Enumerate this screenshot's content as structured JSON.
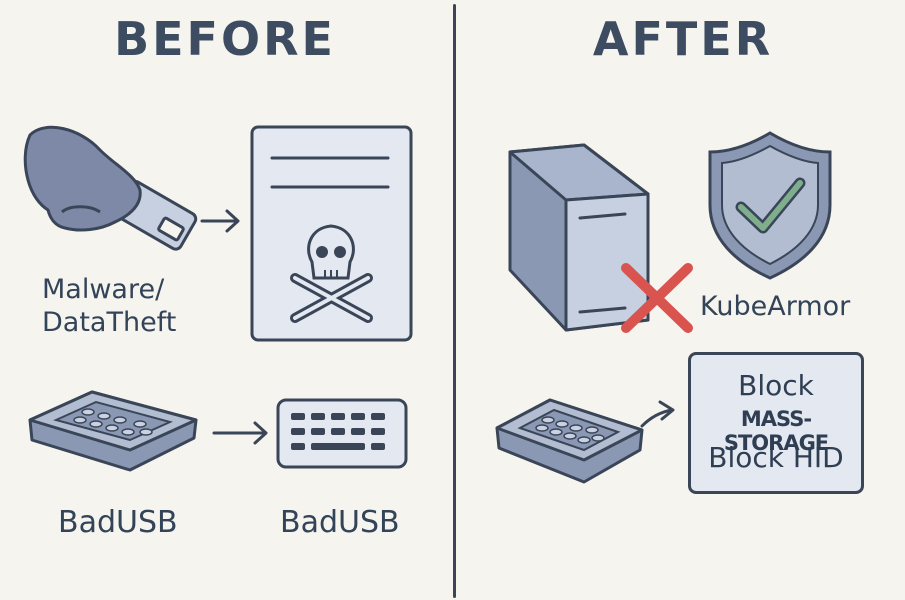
{
  "before": {
    "title": "BEFORE",
    "malware_label_line1": "Malware/",
    "malware_label_line2": "DataTheft",
    "badusb_left_label": "BadUSB",
    "badusb_right_label": "BadUSB"
  },
  "after": {
    "title": "AFTER",
    "kubearmor_label": "KubeArmor",
    "policy": {
      "line1": "Block",
      "line2": "MASS-STORAGE",
      "line3": "Block HID"
    }
  },
  "icons": [
    "hand-usb-stick-icon",
    "arrow-right-icon",
    "infected-document-icon",
    "skull-crossbones-icon",
    "badusb-device-icon",
    "keyboard-icon",
    "server-box-icon",
    "red-x-icon",
    "shield-check-icon"
  ],
  "colors": {
    "background": "#f5f4ee",
    "outline": "#3a4658",
    "device_fill": "#8a98b4",
    "panel_fill": "#e3e8f1",
    "x_red": "#d9534f",
    "check_green": "#7fae8c"
  }
}
